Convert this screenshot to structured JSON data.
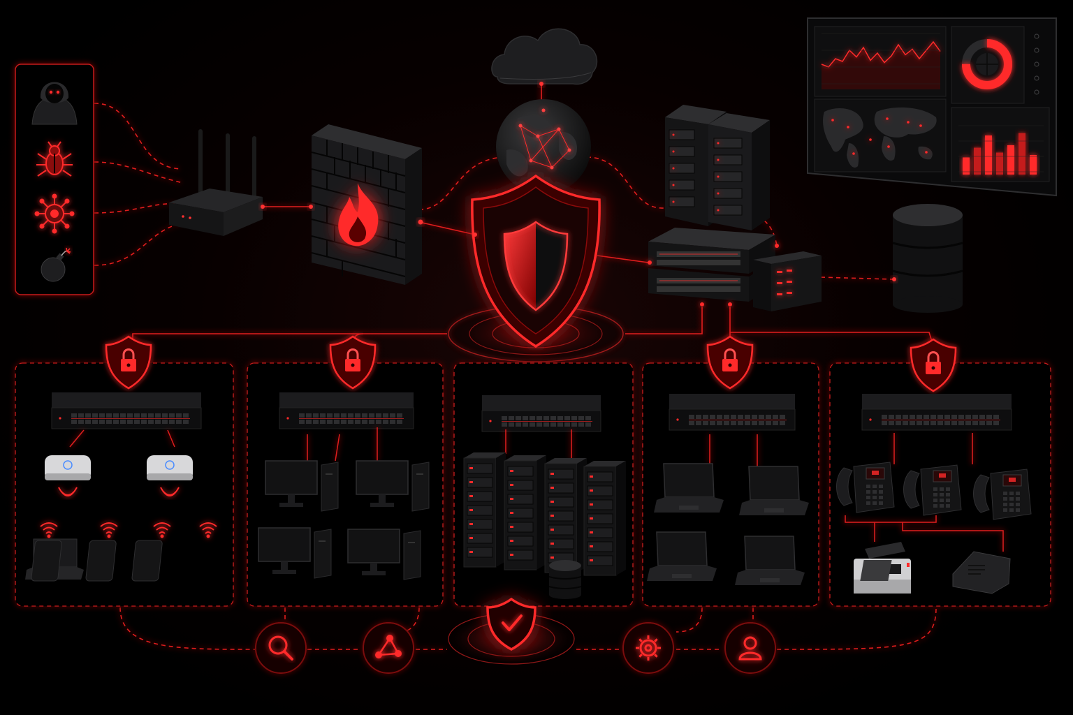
{
  "colors": {
    "background": "#000000",
    "accent": "#ff2a2a",
    "accent_dark": "#8a0a0a",
    "device_fill": "#1c1c1e",
    "device_edge": "#2e2e30",
    "glow": "#ff3030"
  },
  "threats": [
    {
      "icon": "hacker-icon"
    },
    {
      "icon": "bug-icon"
    },
    {
      "icon": "virus-icon"
    },
    {
      "icon": "bomb-icon"
    }
  ],
  "core": [
    {
      "icon": "router-icon"
    },
    {
      "icon": "firewall-icon"
    },
    {
      "icon": "cloud-icon"
    },
    {
      "icon": "globe-icon"
    },
    {
      "icon": "shield-icon"
    },
    {
      "icon": "server-tower-icon"
    },
    {
      "icon": "core-switch-icon"
    },
    {
      "icon": "database-icon"
    },
    {
      "icon": "dashboard-monitor-icon"
    }
  ],
  "dashboard": {
    "line_values": [
      0.55,
      0.6,
      0.45,
      0.5,
      0.3,
      0.42,
      0.25,
      0.48,
      0.35,
      0.52,
      0.4,
      0.2,
      0.38,
      0.28,
      0.45,
      0.3,
      0.15,
      0.32
    ],
    "bar_values": [
      0.35,
      0.55,
      0.8,
      0.45,
      0.6,
      0.85,
      0.4
    ],
    "donut_fraction": 0.75
  },
  "zones": [
    {
      "icon": "lock-shield-icon",
      "devices": "wireless"
    },
    {
      "icon": "lock-shield-icon",
      "devices": "desktops"
    },
    {
      "icon": "server-rack-icon",
      "devices": "servers"
    },
    {
      "icon": "lock-shield-icon",
      "devices": "laptops"
    },
    {
      "icon": "lock-shield-icon",
      "devices": "phones"
    }
  ],
  "bottom_icons": [
    {
      "icon": "search-icon"
    },
    {
      "icon": "network-nodes-icon"
    },
    {
      "icon": "shield-check-icon"
    },
    {
      "icon": "gear-icon"
    },
    {
      "icon": "user-icon"
    }
  ]
}
